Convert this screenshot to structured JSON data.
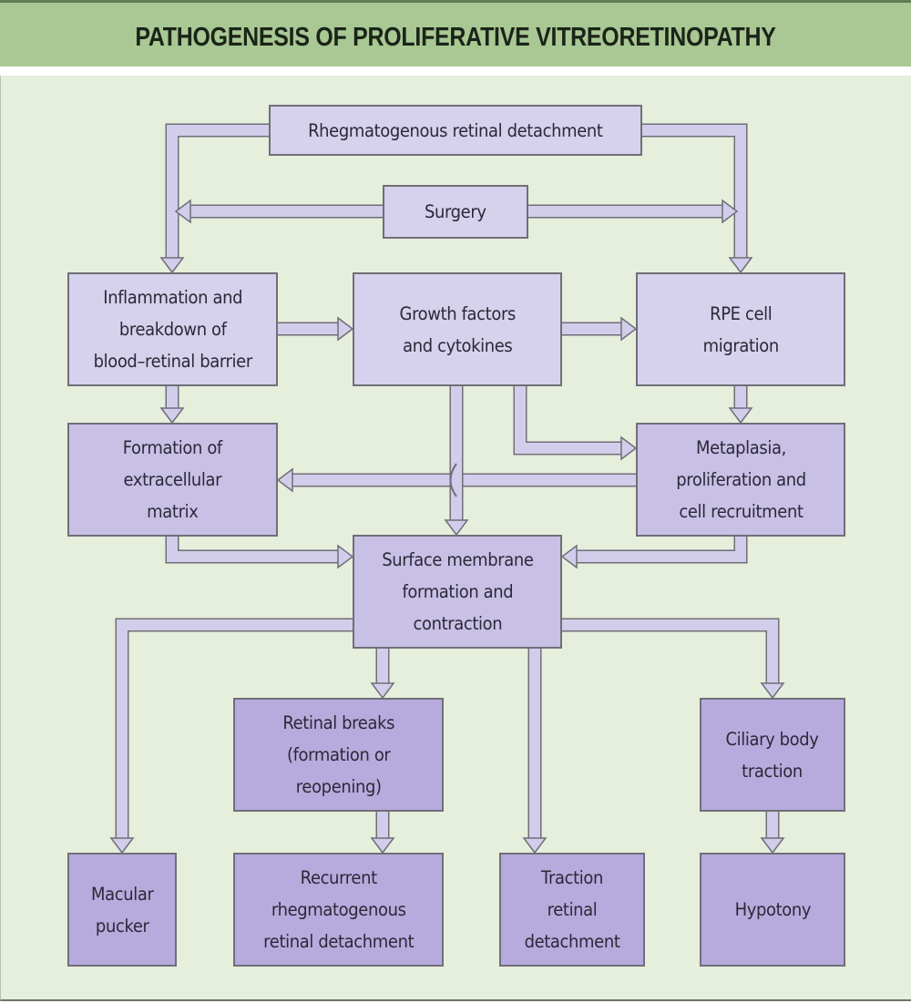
{
  "title": "PATHOGENESIS OF PROLIFERATIVE VITREORETINOPATHY",
  "colors": {
    "header_bg": "#a9c894",
    "panel_bg": "#e6eedc",
    "box_light": "#d6d1ec",
    "box_mid": "#c9c0e6",
    "box_dark": "#b7abdd",
    "arrow_fill": "#d2cdea",
    "arrow_stroke": "#6f6f78",
    "text": "#2b2838"
  },
  "nodes": {
    "rrd": {
      "label": "Rhegmatogenous retinal detachment"
    },
    "surgery": {
      "label": "Surgery"
    },
    "inflammation": {
      "label": "Inflammation and\nbreakdown of\nblood–retinal barrier"
    },
    "growth": {
      "label": "Growth factors\nand cytokines"
    },
    "rpe": {
      "label": "RPE cell\nmigration"
    },
    "ecm": {
      "label": "Formation of\nextracellular\nmatrix"
    },
    "metaplasia": {
      "label": "Metaplasia,\nproliferation and\ncell recruitment"
    },
    "surface": {
      "label": "Surface membrane\nformation and\ncontraction"
    },
    "breaks": {
      "label": "Retinal breaks\n(formation or\nreopening)"
    },
    "ciliary": {
      "label": "Ciliary body\ntraction"
    },
    "macular": {
      "label": "Macular\npucker"
    },
    "recurrent": {
      "label": "Recurrent\nrhegmatogenous\nretinal detachment"
    },
    "traction": {
      "label": "Traction\nretinal\ndetachment"
    },
    "hypotony": {
      "label": "Hypotony"
    }
  },
  "edges": [
    {
      "from": "rrd",
      "to": "inflammation"
    },
    {
      "from": "rrd",
      "to": "rpe"
    },
    {
      "from": "surgery",
      "to": "inflammation"
    },
    {
      "from": "surgery",
      "to": "rpe"
    },
    {
      "from": "inflammation",
      "to": "growth"
    },
    {
      "from": "growth",
      "to": "rpe"
    },
    {
      "from": "inflammation",
      "to": "ecm"
    },
    {
      "from": "rpe",
      "to": "metaplasia"
    },
    {
      "from": "growth",
      "to": "metaplasia"
    },
    {
      "from": "growth",
      "to": "surface"
    },
    {
      "from": "metaplasia",
      "to": "ecm"
    },
    {
      "from": "ecm",
      "to": "surface"
    },
    {
      "from": "metaplasia",
      "to": "surface"
    },
    {
      "from": "surface",
      "to": "macular"
    },
    {
      "from": "surface",
      "to": "breaks"
    },
    {
      "from": "surface",
      "to": "traction"
    },
    {
      "from": "surface",
      "to": "ciliary"
    },
    {
      "from": "breaks",
      "to": "recurrent"
    },
    {
      "from": "ciliary",
      "to": "hypotony"
    }
  ]
}
